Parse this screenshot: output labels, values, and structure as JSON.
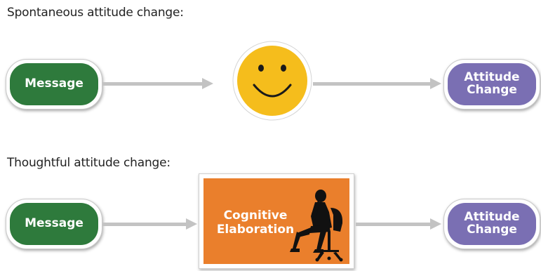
{
  "spontaneous": {
    "heading": "Spontaneous attitude change:",
    "message_label": "Message",
    "outcome_label": "Attitude\nChange",
    "middle_icon": "smiley-face-icon"
  },
  "thoughtful": {
    "heading": "Thoughtful attitude change:",
    "message_label": "Message",
    "process_label": "Cognitive\nElaboration",
    "process_icon": "thinking-person-silhouette-icon",
    "outcome_label": "Attitude\nChange"
  },
  "colors": {
    "message": "#2e7a3c",
    "attitude": "#7a6fb3",
    "smiley": "#f5bd1c",
    "elaboration": "#ea7f2c",
    "arrow": "#c3c3c3"
  }
}
